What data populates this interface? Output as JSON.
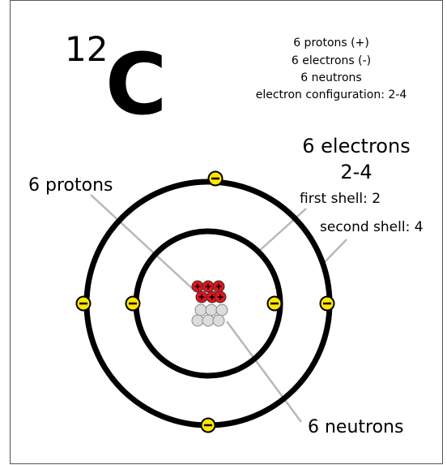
{
  "element": {
    "mass_number": "12",
    "symbol": "C"
  },
  "summary": {
    "protons": "6 protons (+)",
    "electrons": "6 electrons (-)",
    "neutrons": "6 neutrons",
    "configuration": "electron configuration: 2-4"
  },
  "labels": {
    "electrons_title": "6 electrons",
    "configuration_short": "2-4",
    "first_shell": "first shell: 2",
    "second_shell": "second shell: 4",
    "protons": "6 protons",
    "neutrons": "6 neutrons"
  },
  "particles": {
    "proton_sign": "+",
    "electron_sign": "−"
  },
  "colors": {
    "proton": "#e2141c",
    "neutron": "#dcdcdc",
    "electron": "#ffe600",
    "shell": "#000000",
    "leader_line": "#b8b8b8"
  }
}
